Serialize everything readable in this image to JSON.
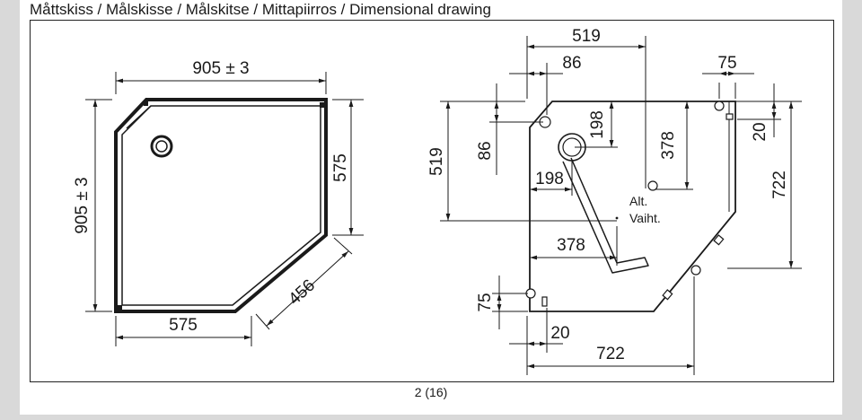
{
  "title": "Måttskiss / Målskisse / Målskitse / Mittapiirros / Dimensional drawing",
  "left_view": {
    "width_top": "905 ± 3",
    "height_left": "905 ± 3",
    "right_side": "575",
    "bottom_side": "575",
    "diagonal": "456"
  },
  "right_view": {
    "top_519": "519",
    "top_86": "86",
    "top_75": "75",
    "left_519": "519",
    "left_86": "86",
    "v_198": "198",
    "h_198": "198",
    "v_378": "378",
    "h_378": "378",
    "right_20": "20",
    "right_722": "722",
    "bottom_20": "20",
    "bottom_722": "722",
    "left_75": "75",
    "alt_label": "Alt.",
    "alt_label_fi": "Vaiht."
  },
  "page_number": "2 (16)"
}
